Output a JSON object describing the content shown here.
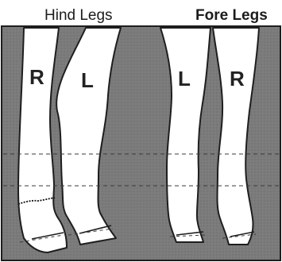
{
  "header": {
    "hind_legs_label": "Hind Legs",
    "fore_legs_label": "Fore Legs"
  },
  "legs": [
    {
      "label": "R",
      "group": "Hind Legs"
    },
    {
      "label": "L",
      "group": "Hind Legs"
    },
    {
      "label": "L",
      "group": "Fore Legs"
    },
    {
      "label": "R",
      "group": "Fore Legs"
    }
  ],
  "colors": {
    "background": "#7d7d7d",
    "leg_fill": "#ffffff",
    "outline": "#1e1e1e"
  }
}
